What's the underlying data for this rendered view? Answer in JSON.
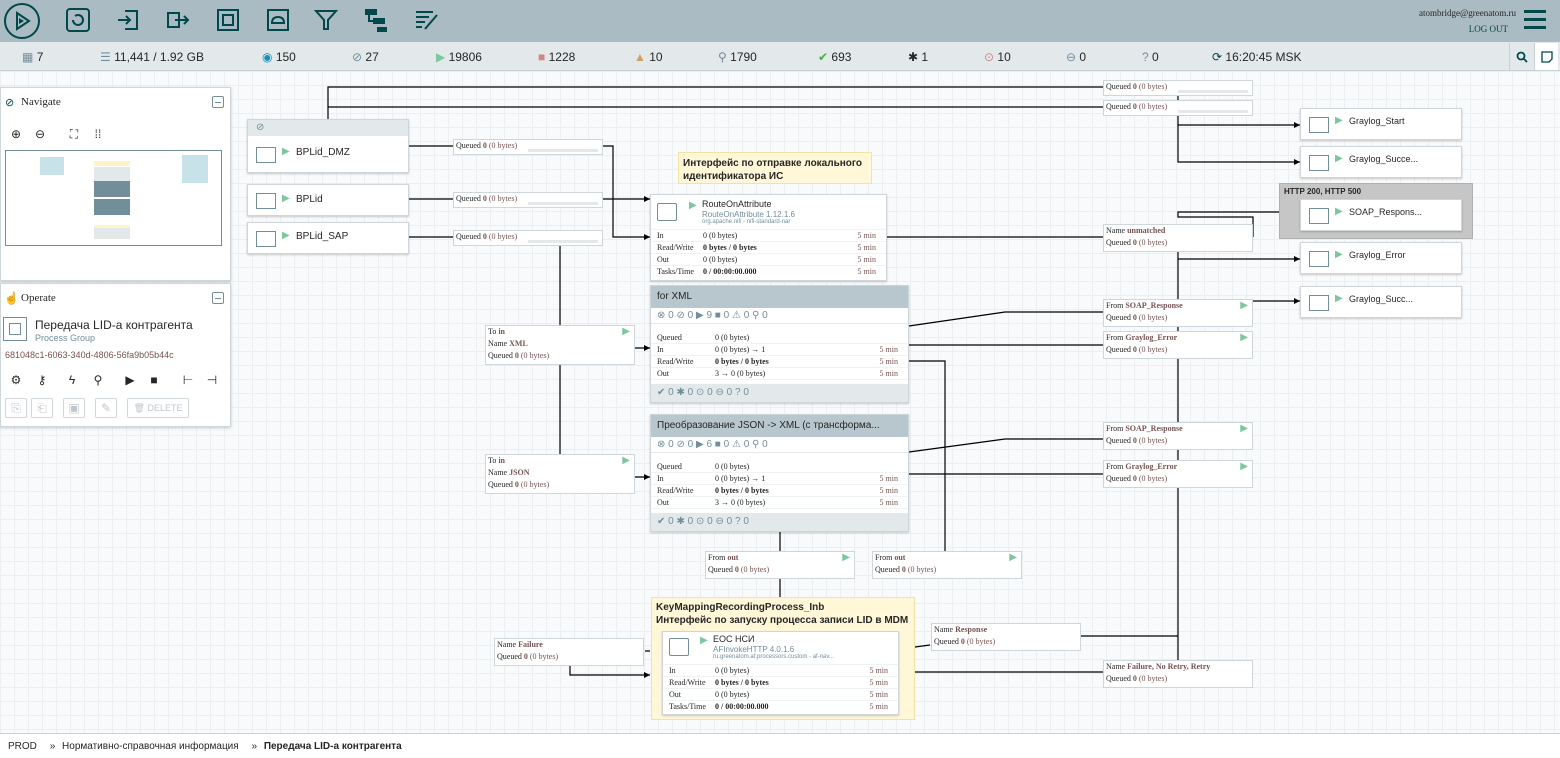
{
  "header": {
    "user": "atombridge@greenatom.ru",
    "logout": "LOG OUT",
    "toolbar": [
      "processor-icon",
      "input-port-icon",
      "output-port-icon",
      "process-group-icon",
      "remote-process-group-icon",
      "funnel-icon",
      "template-icon",
      "label-icon"
    ]
  },
  "status": {
    "threads": "7",
    "queued": "11,441 / 1.92 GB",
    "transmitting": "150",
    "not_transmitting": "27",
    "running": "19806",
    "stopped": "1228",
    "invalid": "10",
    "disabled": "1790",
    "up_to_date": "693",
    "locally_modified": "1",
    "stale": "10",
    "errors": "0",
    "sync_failure": "0",
    "last_refresh": "16:20:45 MSK"
  },
  "navigate": {
    "title": "Navigate"
  },
  "operate": {
    "title": "Operate",
    "name": "Передача LID-а контрагента",
    "type": "Process Group",
    "id": "681048c1-6063-340d-4806-56fa9b05b44c",
    "delete": "DELETE"
  },
  "ports": {
    "bplid_dmz": "BPLid_DMZ",
    "bplid": "BPLid",
    "bplid_sap": "BPLid_SAP",
    "graylog_start": "Graylog_Start",
    "graylog_succe": "Graylog_Succe...",
    "soap_respons": "SOAP_Respons...",
    "graylog_error": "Graylog_Error",
    "graylog_succ": "Graylog_Succ..."
  },
  "group_box": {
    "title": "HTTP 200, HTTP 500"
  },
  "labels": {
    "interface_lid": "Интерфейс по отправке локального идентификатора ИС",
    "keymapping": "KeyMappingRecordingProcess_Inb",
    "keymapping_sub": "Интерфейс по запуску процесса записи LID в MDM"
  },
  "route": {
    "name": "RouteOnAttribute",
    "type": "RouteOnAttribute 1.12.1.6",
    "bundle": "org.apache.nifi - nifi-standard-nar",
    "in_k": "In",
    "in_v": "0 (0 bytes)",
    "rw_k": "Read/Write",
    "rw_v": "0 bytes / 0 bytes",
    "out_k": "Out",
    "out_v": "0 (0 bytes)",
    "tasks_k": "Tasks/Time",
    "tasks_v": "0 / 00:00:00.000",
    "time": "5 min"
  },
  "eoc": {
    "name": "ЕОС НСИ",
    "type": "AFInvokeHTTP 4.0.1.6",
    "bundle": "ru.greenatom.af.processors.custom - af-nav...",
    "in_v": "0 (0 bytes)",
    "rw_v": "0 bytes / 0 bytes",
    "out_v": "0 (0 bytes)",
    "tasks_v": "0 / 00:00:00.000",
    "time": "5 min"
  },
  "pg_xml": {
    "title": "for XML",
    "stats": "⊗ 0   ⊘ 0   ▶ 9   ■ 0   ⚠ 0   ⚲ 0",
    "queued_k": "Queued",
    "queued_v": "0 (0 bytes)",
    "in_k": "In",
    "in_v": "0 (0 bytes) → 1",
    "rw_k": "Read/Write",
    "rw_v": "0 bytes / 0 bytes",
    "out_k": "Out",
    "out_v": "3 → 0 (0 bytes)",
    "time": "5 min",
    "footer": "✔ 0   ✱ 0   ⊙ 0   ⊖ 0   ? 0"
  },
  "pg_json": {
    "title": "Преобразование JSON -> XML (с трансформа...",
    "stats": "⊗ 0   ⊘ 0   ▶ 6   ■ 0   ⚠ 0   ⚲ 0",
    "queued_k": "Queued",
    "queued_v": "0 (0 bytes)",
    "in_k": "In",
    "in_v": "0 (0 bytes) → 1",
    "rw_k": "Read/Write",
    "rw_v": "0 bytes / 0 bytes",
    "out_k": "Out",
    "out_v": "3 → 0 (0 bytes)",
    "time": "5 min",
    "footer": "✔ 0   ✱ 0   ⊙ 0   ⊖ 0   ? 0"
  },
  "conn": {
    "queued_k": "Queued",
    "zero": "0",
    "zero_bytes": "(0 bytes)",
    "to_k": "To",
    "to_v": "in",
    "name_k": "Name",
    "from_k": "From",
    "xml": "XML",
    "json": "JSON",
    "unmatched": "unmatched",
    "soap_response": "SOAP_Response",
    "graylog_error": "Graylog_Error",
    "out": "out",
    "failure": "Failure",
    "response": "Response",
    "failure_retry": "Failure, No Retry, Retry"
  },
  "breadcrumbs": {
    "root": "PROD",
    "sep": "»",
    "mid": "Нормативно-справочная информация",
    "current": "Передача LID-а контрагента"
  }
}
